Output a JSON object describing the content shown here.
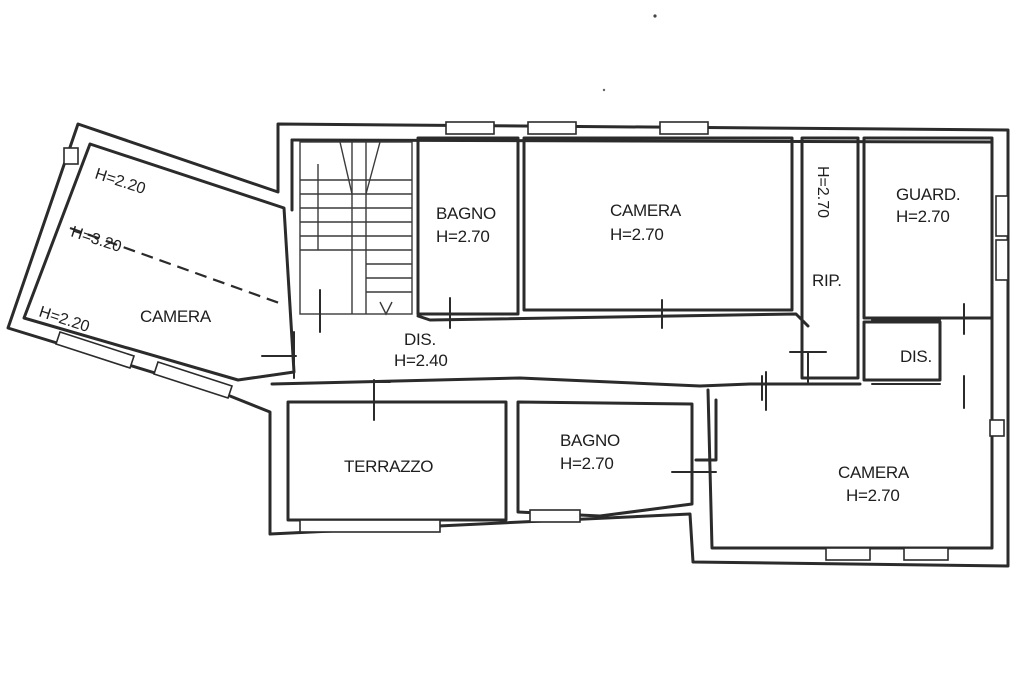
{
  "rooms": {
    "camera_left": {
      "name": "CAMERA",
      "heights": [
        "H=2.20",
        "H=3.20",
        "H=2.20"
      ]
    },
    "stair_hall": {
      "name": "DIS.",
      "height": "H=2.40"
    },
    "bagno_top": {
      "name": "BAGNO",
      "height": "H=2.70"
    },
    "camera_top": {
      "name": "CAMERA",
      "height": "H=2.70"
    },
    "rip": {
      "name": "RIP.",
      "height": "H=2.70"
    },
    "guard": {
      "name": "GUARD.",
      "height": "H=2.70"
    },
    "dis_right": {
      "name": "DIS."
    },
    "terrazzo": {
      "name": "TERRAZZO"
    },
    "bagno_bottom": {
      "name": "BAGNO",
      "height": "H=2.70"
    },
    "camera_bottom": {
      "name": "CAMERA",
      "height": "H=2.70"
    }
  },
  "colors": {
    "line": "#2b2b2b",
    "background": "#ffffff"
  }
}
